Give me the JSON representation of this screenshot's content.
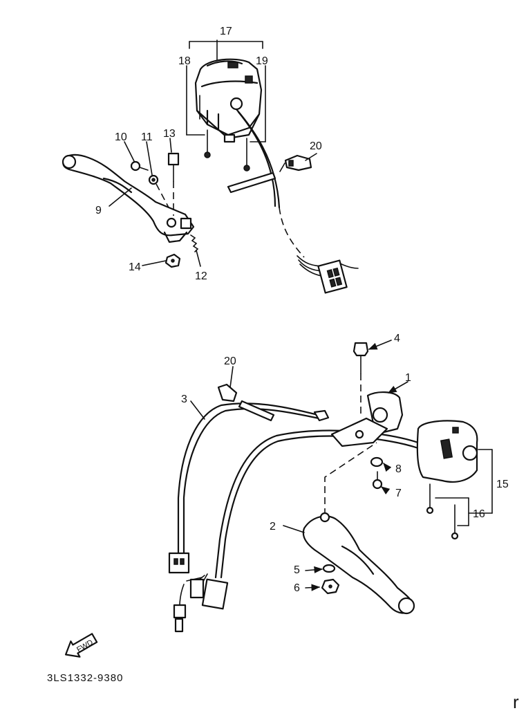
{
  "diagram": {
    "part_numbers": [
      "1",
      "2",
      "3",
      "4",
      "5",
      "6",
      "7",
      "8",
      "9",
      "10",
      "11",
      "12",
      "13",
      "14",
      "15",
      "16",
      "17",
      "18",
      "19",
      "20"
    ],
    "second_callout_20": "20",
    "fwd_label": "FWD",
    "drawing_code": "3LS1332-9380",
    "corner_mark": "r"
  }
}
